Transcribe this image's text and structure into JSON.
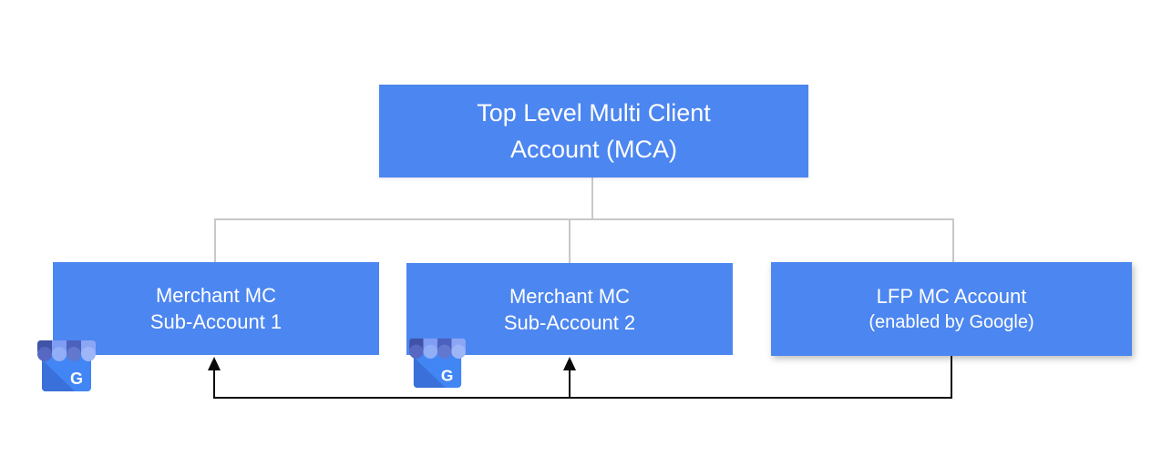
{
  "nodes": {
    "mca": {
      "line1": "Top Level Multi Client",
      "line2": "Account (MCA)"
    },
    "sub1": {
      "line1": "Merchant MC",
      "line2": "Sub-Account 1"
    },
    "sub2": {
      "line1": "Merchant MC",
      "line2": "Sub-Account 2"
    },
    "lfp": {
      "line1": "LFP MC Account",
      "line2": "(enabled by Google)"
    }
  },
  "icons": {
    "business": {
      "name": "google-my-business-icon",
      "letter": "G"
    }
  },
  "colors": {
    "node_fill": "#4C86F0",
    "node_text": "#FFFFFF",
    "tree_connector": "#C8C8C8",
    "feed_connector": "#0A0A0A",
    "icon_body": "#4285F4",
    "icon_body_shadow": "#3A70D9",
    "icon_awning_dark": "#4053A7",
    "icon_awning_light": "#7E9DF3"
  }
}
